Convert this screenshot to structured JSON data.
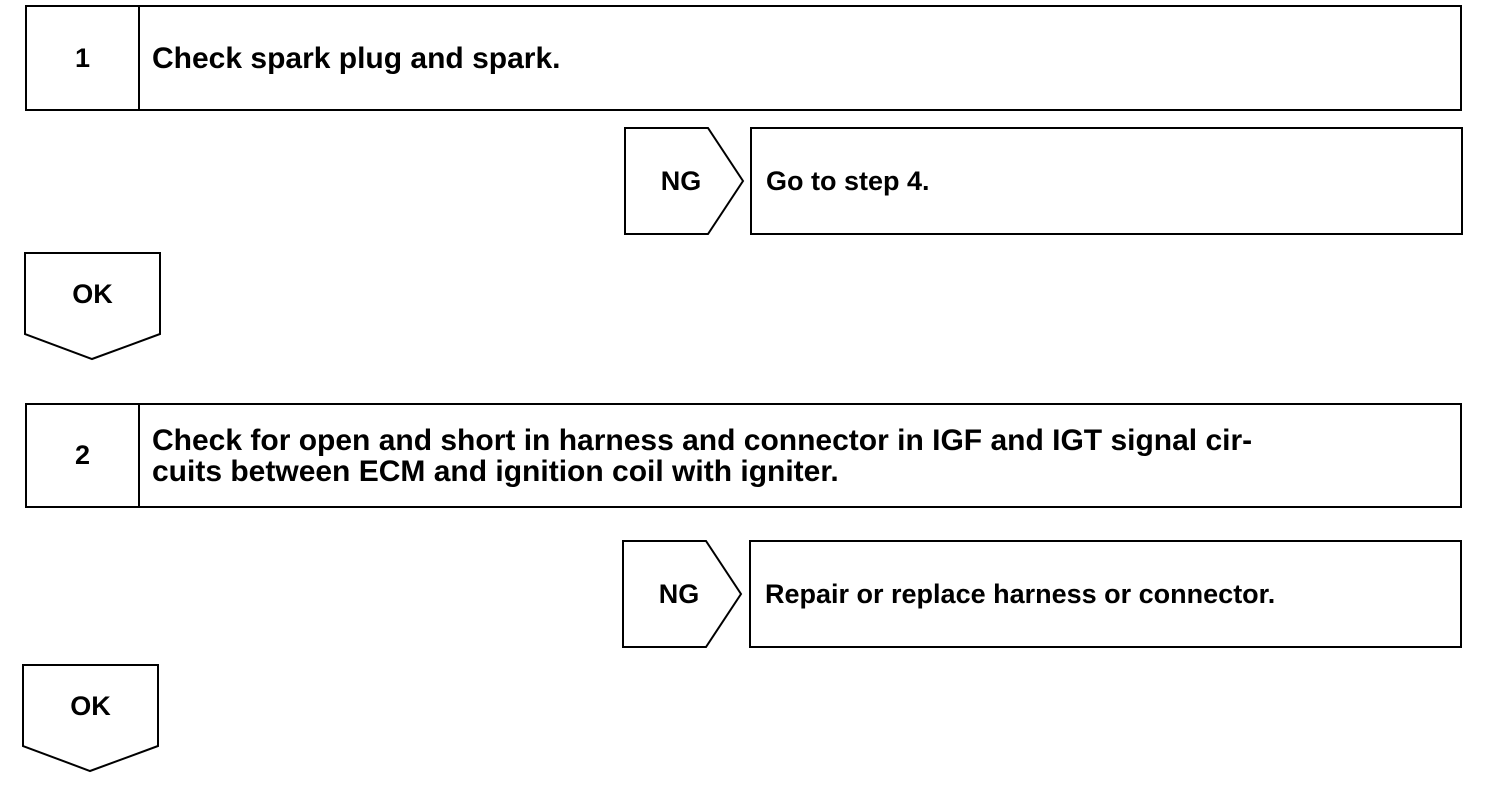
{
  "steps": [
    {
      "number": "1",
      "text": "Check spark plug and spark.",
      "ng_label": "NG",
      "ng_result": "Go to step 4.",
      "ok_label": "OK"
    },
    {
      "number": "2",
      "text": "Check for open and short in harness and connector in IGF and IGT signal cir-\ncuits between ECM and ignition coil with igniter.",
      "ng_label": "NG",
      "ng_result": "Repair or replace harness or connector.",
      "ok_label": "OK"
    }
  ]
}
